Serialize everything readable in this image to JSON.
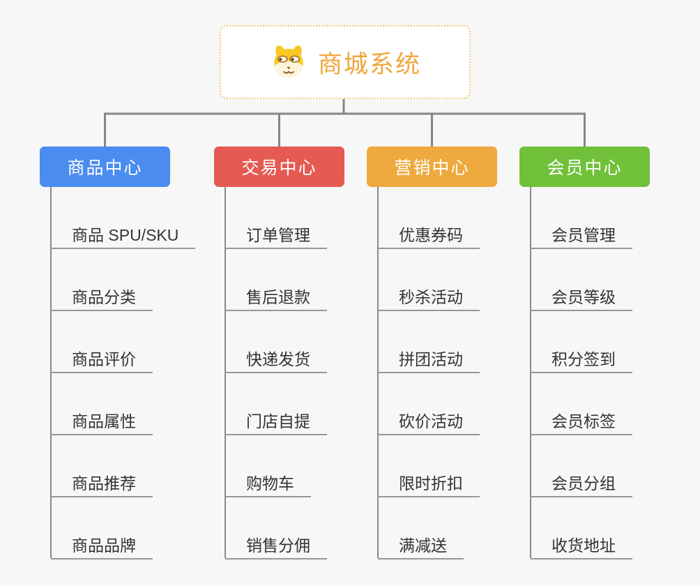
{
  "root": {
    "title": "商城系统",
    "icon": "dog-icon",
    "accent_color": "#f0a73d",
    "border_color": "#f3c679"
  },
  "connector_color": "#858585",
  "branches": [
    {
      "label": "商品中心",
      "color": "#4a8cef",
      "children": [
        "商品 SPU/SKU",
        "商品分类",
        "商品评价",
        "商品属性",
        "商品推荐",
        "商品品牌"
      ]
    },
    {
      "label": "交易中心",
      "color": "#e65a54",
      "children": [
        "订单管理",
        "售后退款",
        "快递发货",
        "门店自提",
        "购物车",
        "销售分佣"
      ]
    },
    {
      "label": "营销中心",
      "color": "#eea93f",
      "children": [
        "优惠券码",
        "秒杀活动",
        "拼团活动",
        "砍价活动",
        "限时折扣",
        "满减送"
      ]
    },
    {
      "label": "会员中心",
      "color": "#70c139",
      "children": [
        "会员管理",
        "会员等级",
        "积分签到",
        "会员标签",
        "会员分组",
        "收货地址"
      ]
    }
  ]
}
